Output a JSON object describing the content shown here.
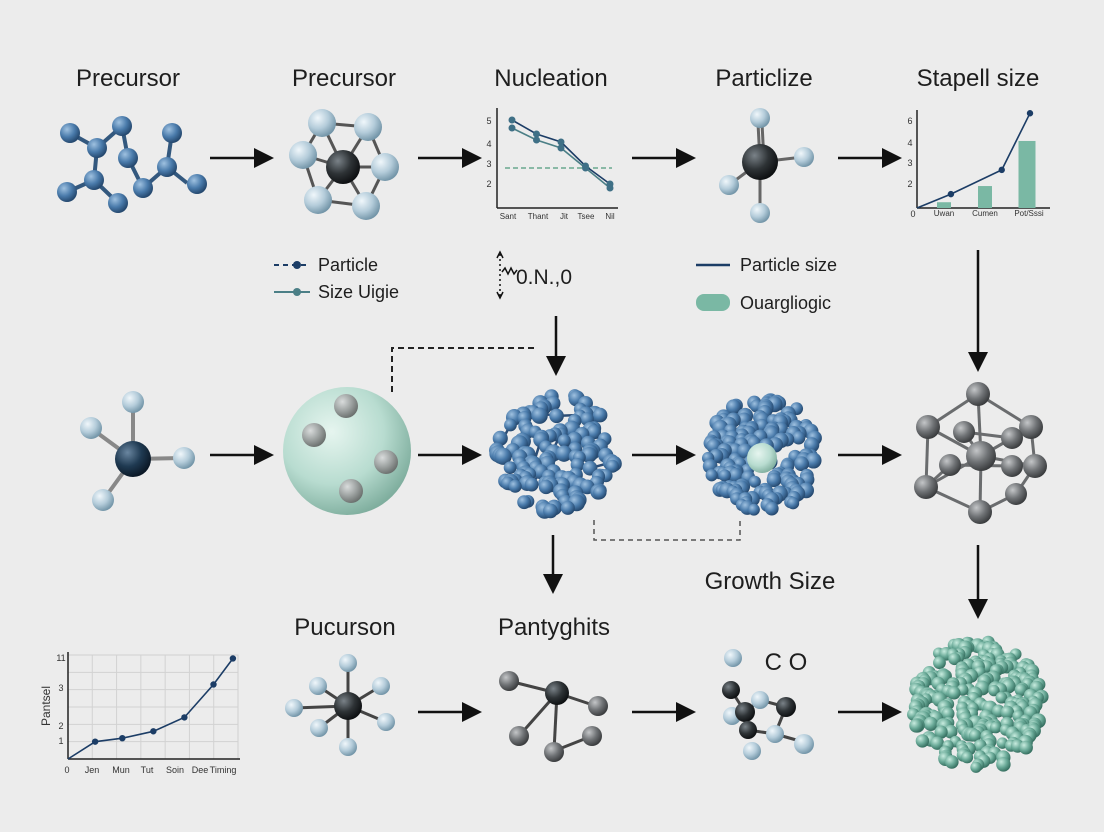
{
  "colors": {
    "background": "#ececec",
    "node_blue": "#4a7bab",
    "node_light": "#a9c4d4",
    "node_dark": "#2e3336",
    "node_gray": "#6f7275",
    "node_teal": "#6aaa98",
    "sphere_mint": "#b8dcd0",
    "line_navy": "#1c3d66",
    "line_teal": "#4b7f86"
  },
  "row1": {
    "labels": [
      "Precursor",
      "Precursor",
      "Nucleation",
      "Particlize",
      "Stapell size"
    ]
  },
  "row3": {
    "labels": [
      "Pucurson",
      "Pantyghits"
    ],
    "co_label": "C O"
  },
  "growth_label": "Growth Size",
  "legend_left": [
    {
      "label": "Particle",
      "style": "dashed"
    },
    {
      "label": "Size Uigie",
      "style": "solid"
    }
  ],
  "legend_mid": {
    "label": "0.N.,0"
  },
  "legend_right": [
    {
      "label": "Particle size",
      "style": "line"
    },
    {
      "label": "Ouargliogic",
      "style": "swatch"
    }
  ],
  "chart_data": [
    {
      "type": "line",
      "x_tick_labels": [
        "Sant",
        "Thant",
        "Jit",
        "Tsee",
        "Nil"
      ],
      "y_tick_labels": [
        "2",
        "3",
        "4",
        "5"
      ],
      "series_upper": [
        4.4,
        3.7,
        3.3,
        2.1,
        1.2
      ],
      "series_lower": [
        4.0,
        3.4,
        3.0,
        2.0,
        1.0
      ],
      "reference_line": 2.0,
      "ylim": [
        0,
        5
      ]
    },
    {
      "type": "line",
      "x_tick_labels": [
        "Uwan",
        "Cumen",
        "Pot/Sssi"
      ],
      "y_tick_labels": [
        "0",
        "2",
        "3",
        "4",
        "6"
      ],
      "line_x": [
        0,
        0.3,
        0.75,
        1.0
      ],
      "line_values": [
        0,
        1.2,
        3.3,
        8.2
      ],
      "bar_values": [
        0.5,
        1.9,
        5.8
      ],
      "ylim": [
        0,
        9
      ]
    },
    {
      "type": "line",
      "ylabel": "Pantsel",
      "x_tick_labels": [
        "0",
        "Jen",
        "Mun",
        "Tut",
        "Soin",
        "Dee",
        "Timing"
      ],
      "y_tick_labels": [
        "1",
        "2",
        "3",
        "11"
      ],
      "x": [
        0,
        0.14,
        0.28,
        0.44,
        0.6,
        0.75,
        0.85
      ],
      "values": [
        0,
        1.0,
        1.2,
        1.6,
        2.4,
        4.3,
        5.8
      ],
      "ylim": [
        0,
        6
      ]
    }
  ]
}
